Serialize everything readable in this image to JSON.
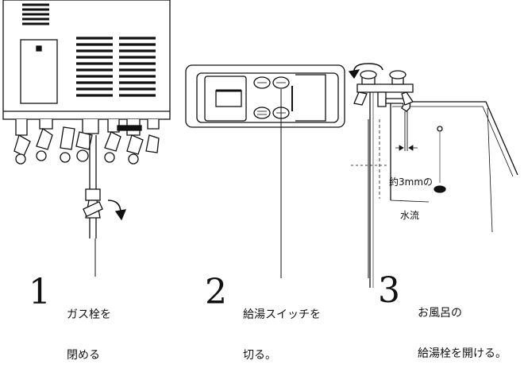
{
  "steps": [
    {
      "number": "1",
      "line1": "ガス栓を",
      "line2": "閉める"
    },
    {
      "number": "2",
      "line1": "給湯スイッチを",
      "line2": "切る。"
    },
    {
      "number": "3",
      "line1": "お風呂の",
      "line2": "給湯栓を開ける。"
    }
  ],
  "callout": {
    "line1": "約3mmの",
    "line2": "水流"
  },
  "colors": {
    "ink": "#111111",
    "paper": "#ffffff"
  }
}
